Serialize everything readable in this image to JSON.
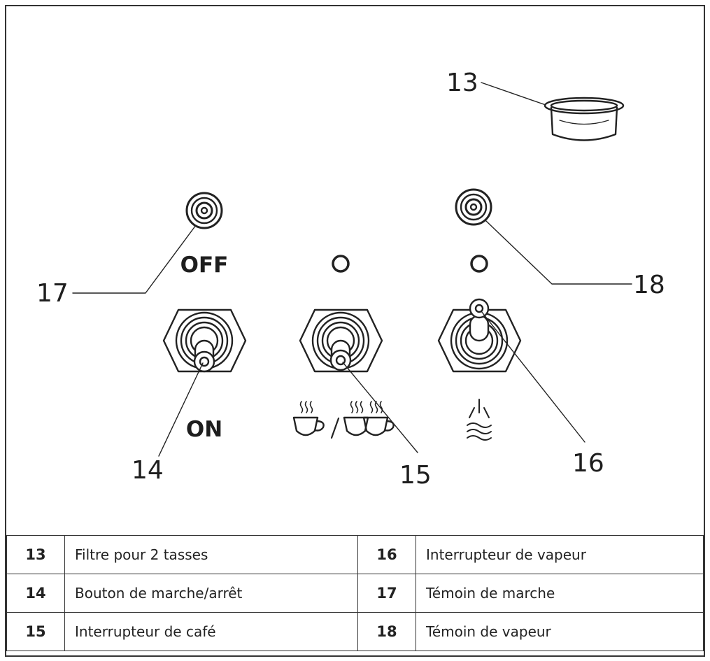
{
  "diagram": {
    "callouts": [
      {
        "id": "13",
        "label": "13"
      },
      {
        "id": "14",
        "label": "14"
      },
      {
        "id": "15",
        "label": "15"
      },
      {
        "id": "16",
        "label": "16"
      },
      {
        "id": "17",
        "label": "17"
      },
      {
        "id": "18",
        "label": "18"
      }
    ],
    "panel_labels": {
      "off": "OFF",
      "on": "ON",
      "indicator_mid": "O",
      "indicator_right": "O"
    },
    "icons": [
      "one-cup-icon",
      "two-cups-icon",
      "steam-icon"
    ]
  },
  "legend": {
    "rows": [
      {
        "left_num": "13",
        "left_desc": "Filtre pour 2 tasses",
        "right_num": "16",
        "right_desc": "Interrupteur de vapeur"
      },
      {
        "left_num": "14",
        "left_desc": "Bouton de marche/arrêt",
        "right_num": "17",
        "right_desc": "Témoin de marche"
      },
      {
        "left_num": "15",
        "left_desc": "Interrupteur de café",
        "right_num": "18",
        "right_desc": "Témoin de vapeur"
      }
    ]
  }
}
